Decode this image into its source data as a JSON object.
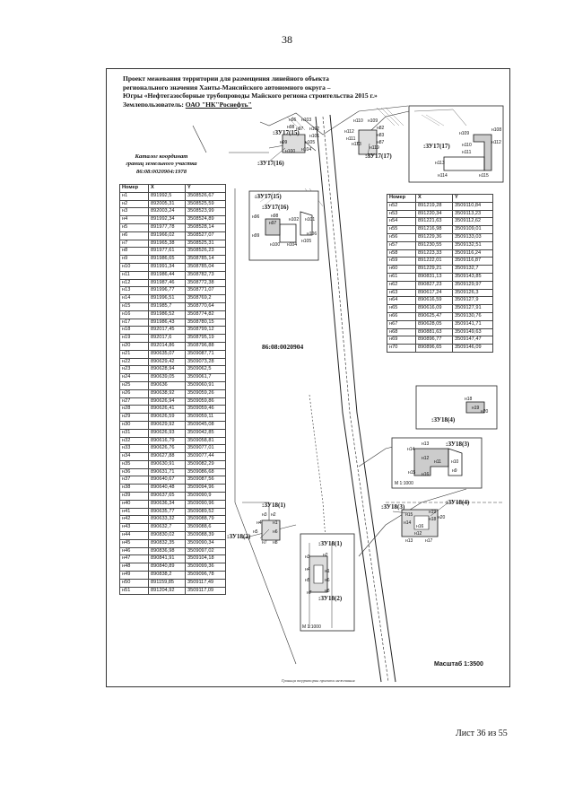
{
  "page_number": "38",
  "title_lines": [
    "Проект межевания территории для размещения линейного объекта",
    "регионального значения Ханты-Мансийского автономного округа –",
    "Югры «Нефтегазосборные трубопроводы Майского региона строительства 2015 г.»"
  ],
  "land_user_label": "Землепользователь:",
  "land_user": "ОАО \"НК\"Роснефть\"",
  "catalog_caption": [
    "Каталог координат",
    "границ земельного участка",
    "86:08:0020904:1978"
  ],
  "table_headers": {
    "num": "Номер",
    "x": "X",
    "y": "Y"
  },
  "table_left": [
    [
      "н1",
      "891992,5",
      "3508526,67"
    ],
    [
      "н2",
      "892005,31",
      "3508525,59"
    ],
    [
      "н3",
      "892003,24",
      "3508523,99"
    ],
    [
      "н4",
      "891992,34",
      "3508524,89"
    ],
    [
      "н5",
      "891977,78",
      "3508528,14"
    ],
    [
      "н6",
      "891966,02",
      "3508527,07"
    ],
    [
      "н7",
      "891965,38",
      "3508525,31"
    ],
    [
      "н8",
      "891977,61",
      "3508526,23"
    ],
    [
      "н9",
      "891986,65",
      "3508785,14"
    ],
    [
      "н10",
      "891991,34",
      "3508785,04"
    ],
    [
      "н11",
      "891986,44",
      "3508782,73"
    ],
    [
      "н12",
      "891987,46",
      "3508772,38"
    ],
    [
      "н13",
      "891996,77",
      "3508771,07"
    ],
    [
      "н14",
      "891996,51",
      "3508769,2"
    ],
    [
      "н15",
      "891985,7",
      "3508770,64"
    ],
    [
      "н16",
      "891986,52",
      "3508774,82"
    ],
    [
      "н17",
      "891986,43",
      "3508780,15"
    ],
    [
      "н18",
      "892017,45",
      "3508799,12"
    ],
    [
      "н19",
      "892017,6",
      "3508795,19"
    ],
    [
      "н20",
      "892014,86",
      "3508796,88"
    ],
    [
      "н21",
      "890635,07",
      "3509087,71"
    ],
    [
      "н22",
      "890629,42",
      "3509073,28"
    ],
    [
      "н23",
      "890628,94",
      "3509062,5"
    ],
    [
      "н24",
      "890639,05",
      "3509061,7"
    ],
    [
      "н25",
      "890636",
      "3509060,91"
    ],
    [
      "н26",
      "890638,92",
      "3509059,26"
    ],
    [
      "н27",
      "890626,94",
      "3509059,86"
    ],
    [
      "н28",
      "890626,41",
      "3509059,46"
    ],
    [
      "н29",
      "890626,59",
      "3509059,11"
    ],
    [
      "н30",
      "890629,92",
      "3509045,08"
    ],
    [
      "н31",
      "890626,93",
      "3509042,85"
    ],
    [
      "н32",
      "890616,79",
      "3509058,81"
    ],
    [
      "н33",
      "890626,76",
      "3509077,01"
    ],
    [
      "н34",
      "890627,88",
      "3509077,44"
    ],
    [
      "н35",
      "890630,91",
      "3509082,29"
    ],
    [
      "н36",
      "890631,71",
      "3509086,68"
    ],
    [
      "н37",
      "890640,67",
      "3509087,56"
    ],
    [
      "н38",
      "890640,48",
      "3509094,96"
    ],
    [
      "н39",
      "890637,65",
      "3509090,9"
    ],
    [
      "н40",
      "890636,34",
      "3509090,96"
    ],
    [
      "н41",
      "890635,77",
      "3509089,52"
    ],
    [
      "н42",
      "890633,32",
      "3509088,79"
    ],
    [
      "н43",
      "890632,7",
      "3509088,6"
    ],
    [
      "н44",
      "890830,02",
      "3509088,39"
    ],
    [
      "н45",
      "890832,35",
      "3509090,34"
    ],
    [
      "н46",
      "890836,98",
      "3509097,02"
    ],
    [
      "н47",
      "890841,91",
      "3509104,18"
    ],
    [
      "н48",
      "890840,89",
      "3509099,36"
    ],
    [
      "н49",
      "890838,2",
      "3509096,78"
    ],
    [
      "н50",
      "891159,85",
      "3509117,49"
    ],
    [
      "н51",
      "891204,92",
      "3509117,09"
    ]
  ],
  "table_right": [
    [
      "н52",
      "891219,28",
      "3509110,84"
    ],
    [
      "н53",
      "891220,34",
      "3509113,23"
    ],
    [
      "н54",
      "891221,63",
      "3509112,62"
    ],
    [
      "н55",
      "891216,98",
      "3509109,01"
    ],
    [
      "н56",
      "891229,36",
      "3509133,03"
    ],
    [
      "н57",
      "891230,55",
      "3509132,51"
    ],
    [
      "н58",
      "891223,33",
      "3509116,24"
    ],
    [
      "н59",
      "891222,01",
      "3509116,87"
    ],
    [
      "н60",
      "891229,21",
      "3509132,7"
    ],
    [
      "н61",
      "890831,13",
      "3509143,85"
    ],
    [
      "н62",
      "890827,23",
      "3509129,97"
    ],
    [
      "н63",
      "890617,24",
      "3509126,3"
    ],
    [
      "н64",
      "890616,59",
      "3509127,9"
    ],
    [
      "н65",
      "890616,09",
      "3509127,91"
    ],
    [
      "н66",
      "890625,47",
      "3509130,76"
    ],
    [
      "н67",
      "890628,05",
      "3509141,71"
    ],
    [
      "н68",
      "890881,63",
      "3509149,63"
    ],
    [
      "н69",
      "890896,77",
      "3509147,47"
    ],
    [
      "н70",
      "890896,65",
      "3509146,09"
    ]
  ],
  "map_labels": {
    "zu17_15_top": ":ЗУ17(15)",
    "zu17_16_top": ":ЗУ17(16)",
    "zu17_17_top": ":ЗУ17(17)",
    "zu17_15_inset": ":ЗУ17(15)",
    "zu17_16_inset": ":ЗУ17(16)",
    "zu17_17_inset": ":ЗУ17(17)",
    "parcel": "86:08:0020904",
    "zu18_4_top": ":ЗУ18(4)",
    "zu18_3": ":ЗУ18(3)",
    "zu18_3_left": ":ЗУ18(3)",
    "zu18_4_right": ":ЗУ18(4)",
    "zu18_1": ":ЗУ18(1)",
    "zu18_2": ":ЗУ18(2)",
    "zu18_1_inset": ":ЗУ18(1)",
    "zu18_2_inset": ":ЗУ18(2)",
    "scale_small": "М 1:1000"
  },
  "point_labels": {
    "top_cluster": [
      "н96",
      "н103",
      "н98",
      "н97",
      "н102",
      "н101",
      "н99",
      "н100",
      "н104",
      "н105"
    ],
    "top_right_cluster": [
      "н110",
      "н109",
      "н82",
      "н83",
      "н87",
      "н112",
      "н111",
      "н113",
      "н119"
    ],
    "inset_top_right": [
      "н109",
      "н108",
      "н110",
      "н111",
      "н112",
      "н113",
      "н114",
      "н115"
    ],
    "inset_mid": [
      "н96",
      "н98",
      "н97",
      "н102",
      "н101",
      "н99",
      "н106",
      "н100",
      "н104",
      "н105"
    ],
    "inset_zu18_4": [
      "н18",
      "н19",
      "н20"
    ],
    "inset_zu18_3": [
      "н13",
      "н14",
      "н12",
      "н11",
      "н10",
      "н15",
      "н16",
      "н9"
    ],
    "cluster_zu18_4_lower": [
      "н15",
      "н14",
      "н19",
      "н18",
      "н16",
      "н20",
      "н17",
      "н12",
      "н13"
    ],
    "cluster_zu18_1": [
      "н3",
      "н2",
      "н4",
      "н1",
      "н5",
      "н6",
      "н7",
      "н8"
    ],
    "inset_zu18_1": [
      "н3",
      "н2",
      "н4",
      "н1",
      "н5",
      "н6",
      "н7",
      "н8"
    ]
  },
  "scale": "Масштаб 1:3500",
  "sheet_counter": "Лист 36 из 55",
  "footer_note": "Граница территории проекта межевания"
}
